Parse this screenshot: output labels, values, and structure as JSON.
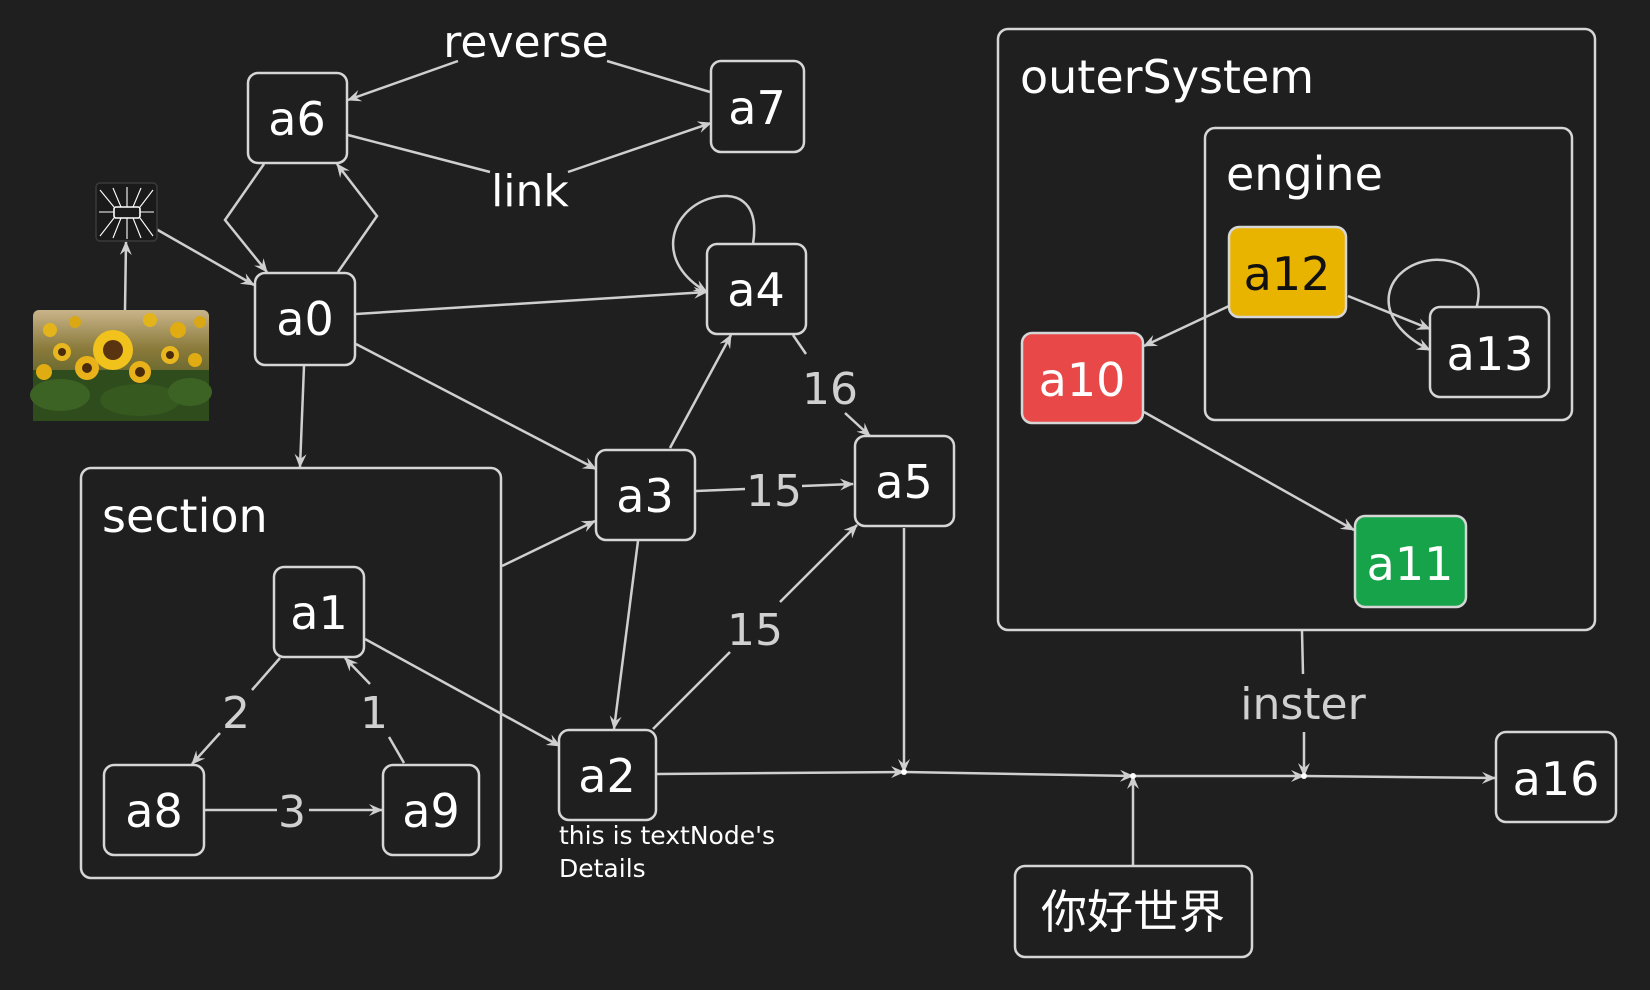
{
  "colors": {
    "background": "#1f1f1f",
    "stroke": "#d6d6d6",
    "a10_fill": "#e94848",
    "a11_fill": "#17a34a",
    "a12_fill": "#e8b400"
  },
  "nodes": {
    "a0": "a0",
    "a1": "a1",
    "a2": "a2",
    "a3": "a3",
    "a4": "a4",
    "a5": "a5",
    "a6": "a6",
    "a7": "a7",
    "a8": "a8",
    "a9": "a9",
    "a10": "a10",
    "a11": "a11",
    "a12": "a12",
    "a13": "a13",
    "a16": "a16",
    "hello": "你好世界"
  },
  "groups": {
    "section": "section",
    "outer_system": "outerSystem",
    "engine": "engine"
  },
  "edge_labels": {
    "reverse": "reverse",
    "link": "link",
    "a4_a5": "16",
    "a3_a5": "15",
    "a2_a5": "15",
    "a1_a8": "2",
    "a9_a1": "1",
    "a8_a9": "3",
    "inster": "inster"
  },
  "text_node": {
    "line1": "this is textNode's",
    "line2": "Details"
  },
  "icons": {
    "chip": "chip-icon",
    "photo": "sunflower-field-photo"
  }
}
